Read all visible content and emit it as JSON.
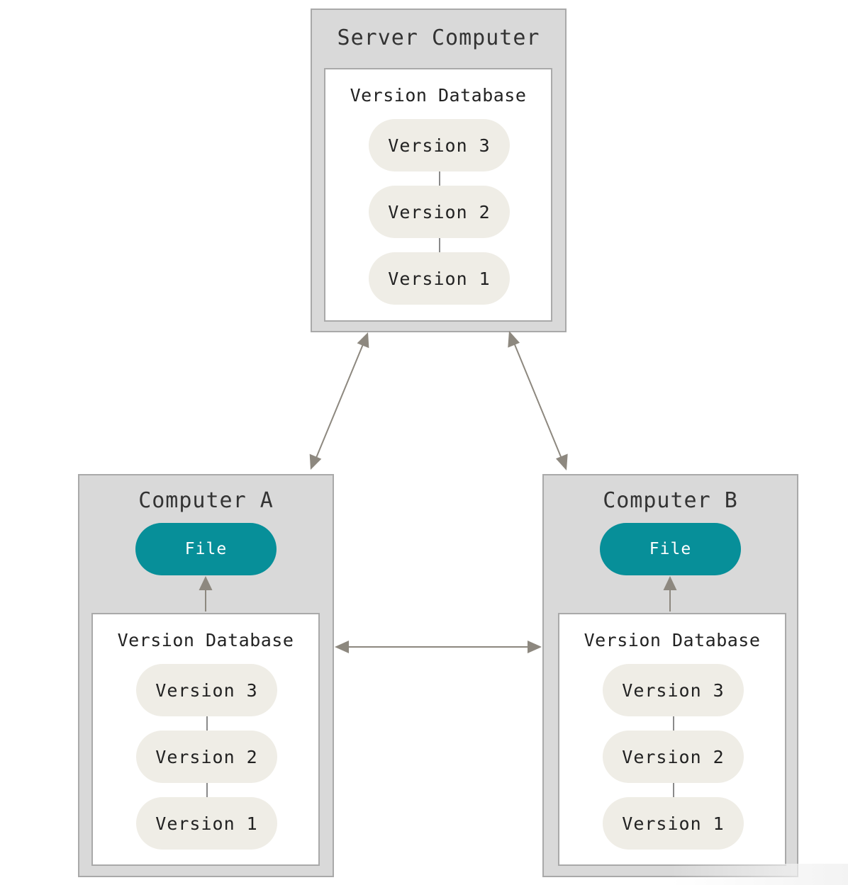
{
  "server": {
    "title": "Server Computer",
    "db_label": "Version Database",
    "versions": [
      "Version 3",
      "Version 2",
      "Version 1"
    ]
  },
  "computer_a": {
    "title": "Computer A",
    "file_label": "File",
    "db_label": "Version Database",
    "versions": [
      "Version 3",
      "Version 2",
      "Version 1"
    ]
  },
  "computer_b": {
    "title": "Computer B",
    "file_label": "File",
    "db_label": "Version Database",
    "versions": [
      "Version 3",
      "Version 2",
      "Version 1"
    ]
  },
  "colors": {
    "file_accent": "#078f99",
    "arrow": "#8d887f"
  }
}
